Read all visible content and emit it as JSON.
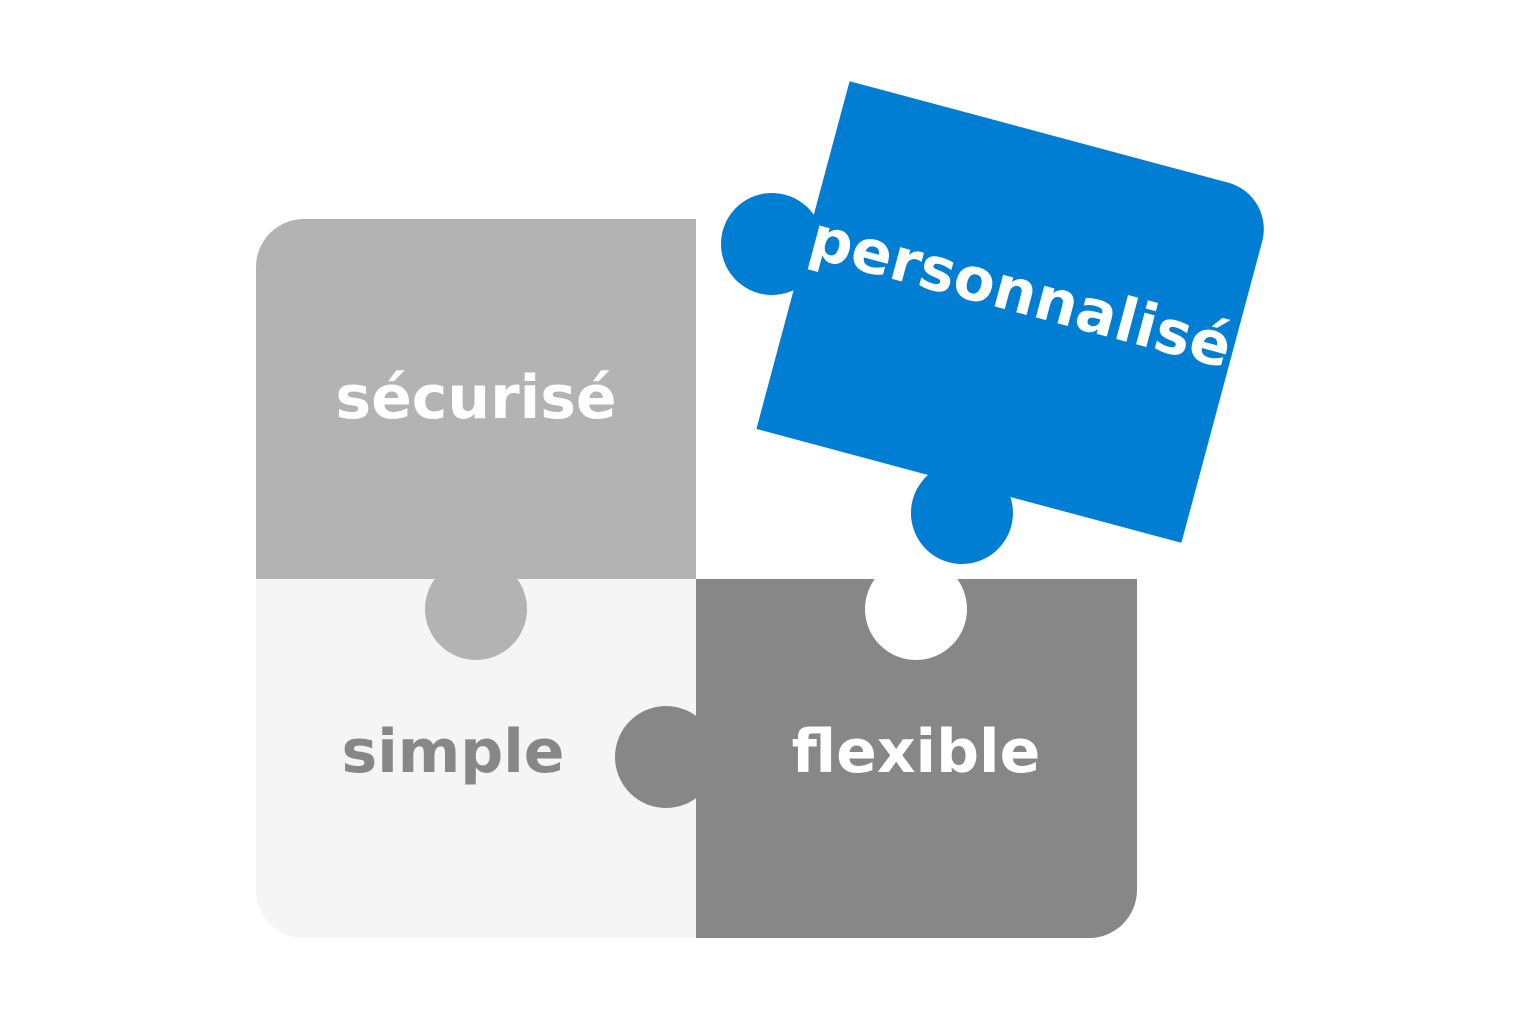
{
  "pieces": {
    "secure": {
      "label": "sécurisé",
      "color": "#b3b3b3",
      "text_color": "#ffffff"
    },
    "simple": {
      "label": "simple",
      "color": "#f5f5f5",
      "text_color": "#878787"
    },
    "flexible": {
      "label": "flexible",
      "color": "#878787",
      "text_color": "#ffffff"
    },
    "custom": {
      "label": "personnalisé",
      "color": "#007ed3",
      "text_color": "#ffffff"
    }
  }
}
